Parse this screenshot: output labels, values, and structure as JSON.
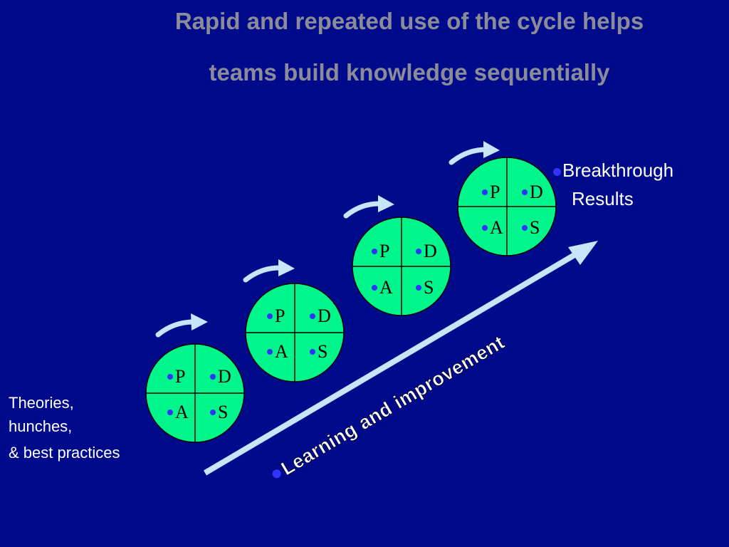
{
  "title": {
    "line1": "Rapid and repeated use of the cycle helps",
    "line2": "teams build knowledge sequentially"
  },
  "cycles": [
    {
      "p": "P",
      "d": "D",
      "a": "A",
      "s": "S"
    },
    {
      "p": "P",
      "d": "D",
      "a": "A",
      "s": "S"
    },
    {
      "p": "P",
      "d": "D",
      "a": "A",
      "s": "S"
    },
    {
      "p": "P",
      "d": "D",
      "a": "A",
      "s": "S"
    }
  ],
  "left_label": {
    "line1": "Theories,",
    "line2": "hunches,",
    "line3": "& best practices"
  },
  "right_label": {
    "line1": "Breakthrough",
    "line2": "Results"
  },
  "arrow_label": "Learning and improvement",
  "colors": {
    "background": "#000b8c",
    "title": "#8c8c99",
    "cycle_fill": "#00f58a",
    "bullet": "#3333ff",
    "arrow": "#c8e4f8",
    "text": "#ffffff"
  }
}
